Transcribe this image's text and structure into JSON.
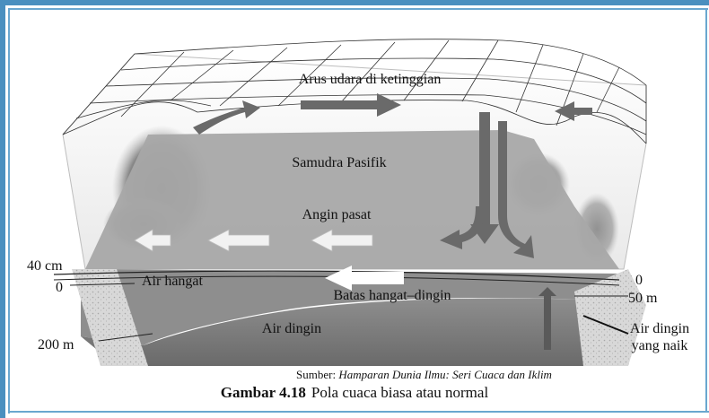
{
  "labels": {
    "upper_air": "Arus udara di ketinggian",
    "ocean": "Samudra Pasifik",
    "trade_winds": "Angin pasat",
    "warm_water": "Air hangat",
    "boundary": "Batas hangat–dingin",
    "cold_water": "Air dingin",
    "upwelling_line1": "Air dingin",
    "upwelling_line2": "yang naik"
  },
  "scale_left": {
    "top": "40 cm",
    "zero": "0",
    "depth": "200 m"
  },
  "scale_right": {
    "zero": "0",
    "depth": "50 m"
  },
  "source": {
    "label": "Sumber: ",
    "title": "Hamparan Dunia Ilmu: Seri Cuaca dan Iklim"
  },
  "caption": {
    "number": "Gambar 4.18",
    "text": "Pola cuaca biasa atau normal"
  },
  "colors": {
    "frame": "#4a8fbf",
    "sea_surface": "#a9a9a9",
    "warm_water": "#8c8c8c",
    "cold_water": "#6b6b6b",
    "ground": "#d6d6d6",
    "arrow_dark": "#5d5d5d",
    "arrow_white": "#ffffff"
  },
  "icons": {
    "upper_arrows": "right-arrow-icon",
    "trade_arrows": "left-arrow-icon",
    "boundary_arrow": "left-arrow-icon",
    "sinking_arrow": "down-arrow-icon"
  }
}
